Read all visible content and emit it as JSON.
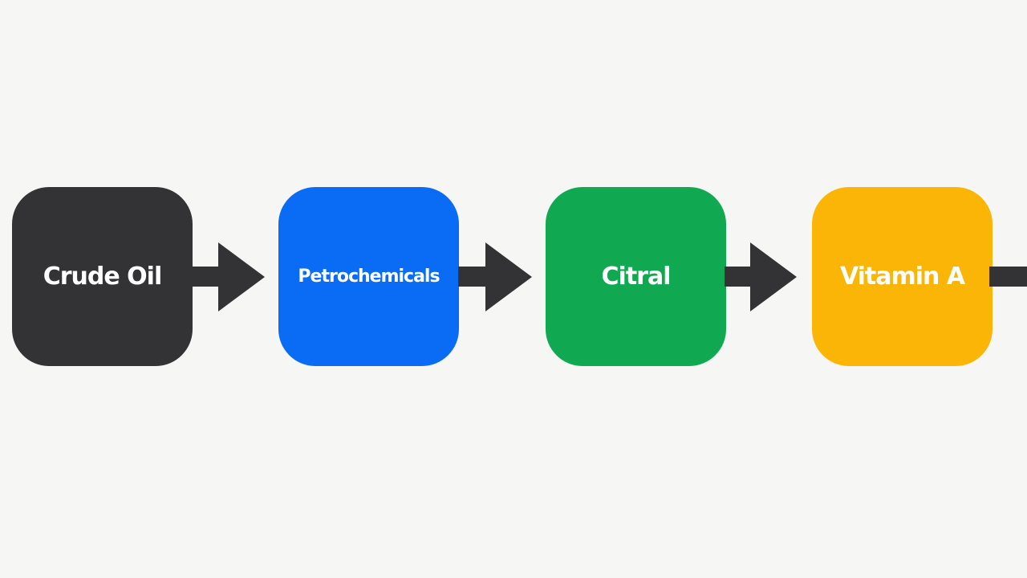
{
  "diagram": {
    "steps": [
      {
        "label": "Crude Oil",
        "color": "#333335"
      },
      {
        "label": "Petrochemicals",
        "color": "#0a6cf5"
      },
      {
        "label": "Citral",
        "color": "#11a852"
      },
      {
        "label": "Vitamin A",
        "color": "#fbb507"
      }
    ],
    "arrow_color": "#333335"
  }
}
